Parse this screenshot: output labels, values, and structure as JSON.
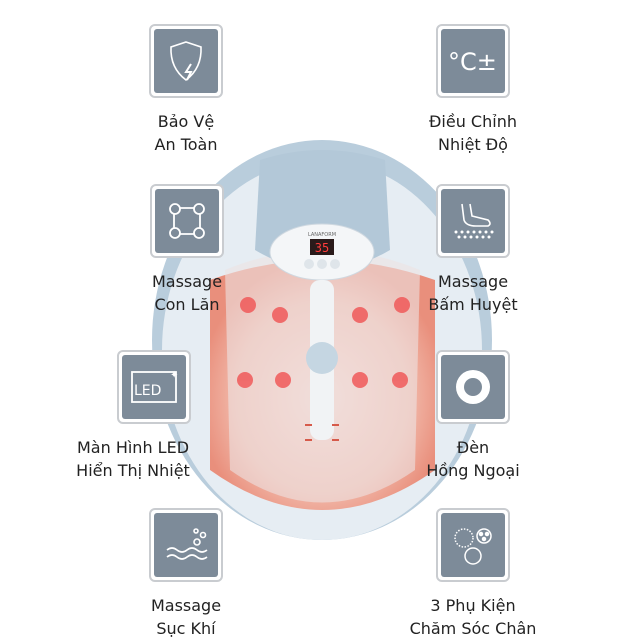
{
  "features": {
    "left": [
      {
        "icon": "shield-lightning-icon",
        "line1": "Bảo Vệ",
        "line2": "An Toàn"
      },
      {
        "icon": "rollers-icon",
        "line1": "Massage",
        "line2": "Con Lăn"
      },
      {
        "icon": "led-display-icon",
        "line1": "Màn Hình LED",
        "line2": "Hiển Thị Nhiệt",
        "icon_text": "LED"
      },
      {
        "icon": "bubbles-waves-icon",
        "line1": "Massage",
        "line2": "Sục Khí"
      }
    ],
    "right": [
      {
        "icon": "temperature-icon",
        "line1": "Điều Chỉnh",
        "line2": "Nhiệt Độ",
        "icon_text": "°C±"
      },
      {
        "icon": "foot-acupressure-icon",
        "line1": "Massage",
        "line2": "Bấm Huyệt"
      },
      {
        "icon": "infrared-ring-icon",
        "line1": "Đèn",
        "line2": "Hồng Ngoại"
      },
      {
        "icon": "attachments-icon",
        "line1": "3 Phụ Kiện",
        "line2": "Chăm Sóc Chân"
      }
    ]
  },
  "device": {
    "brand": "LANAFORM",
    "display_value": "35",
    "shell_color": "#b8cddc",
    "glow_color": "#f3a89a"
  }
}
